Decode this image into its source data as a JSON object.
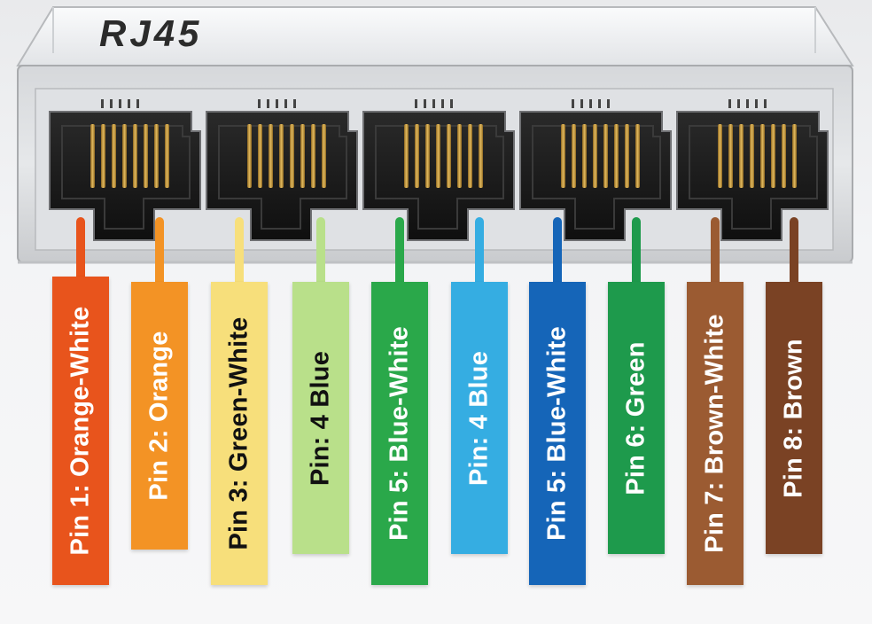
{
  "title": "RJ45",
  "colors": {
    "housing_frame": "#cfd1d4",
    "port_interior": "#1b1b1b",
    "contact_gold": "#c89a3c"
  },
  "pins": [
    {
      "label": "Pin 1: Orange-White",
      "color": "#e8541c",
      "text_color": "#ffffff"
    },
    {
      "label": "Pin 2: Orange",
      "color": "#f39325",
      "text_color": "#ffffff"
    },
    {
      "label": "Pin 3: Green-White",
      "color": "#f7df7b",
      "text_color": "#111111"
    },
    {
      "label": "Pin: 4 Blue",
      "color": "#b9e08a",
      "text_color": "#111111"
    },
    {
      "label": "Pin 5: Blue-White",
      "color": "#2aa84a",
      "text_color": "#ffffff"
    },
    {
      "label": "Pin: 4 Blue",
      "color": "#35ade2",
      "text_color": "#ffffff"
    },
    {
      "label": "Pin 5: Blue-White",
      "color": "#1565b8",
      "text_color": "#ffffff"
    },
    {
      "label": "Pin 6: Green",
      "color": "#1e9a4c",
      "text_color": "#ffffff"
    },
    {
      "label": "Pin 7: Brown-White",
      "color": "#9b5b32",
      "text_color": "#ffffff"
    },
    {
      "label": "Pin 8: Brown",
      "color": "#7a4224",
      "text_color": "#ffffff"
    }
  ]
}
